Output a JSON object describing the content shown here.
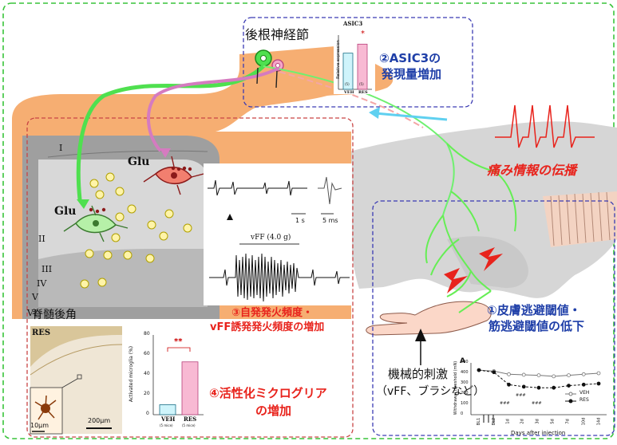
{
  "drg": {
    "title": "後根神経節"
  },
  "asic3_chart": {
    "title": "ASIC3",
    "ylabel": "Relative expression",
    "categories": [
      "VEH",
      "RES"
    ],
    "n_labels": [
      "(5)",
      "(5)"
    ],
    "star": "*"
  },
  "findings": {
    "f1_line1": "①皮膚逃避閾値・",
    "f1_line2": "筋逃避閾値の低下",
    "f2_line1": "②ASIC3の",
    "f2_line2": "発現量増加",
    "f3_line1": "③自発発火頻度・",
    "f3_line2": "vFF誘発発火頻度の増加",
    "f4_line1": "④活性化ミクログリア",
    "f4_line2": "の増加"
  },
  "spinal": {
    "title": "脊髄後角",
    "glu1": "Glu",
    "glu2": "Glu",
    "laminae": [
      "I",
      "II",
      "III",
      "IV",
      "V",
      "VI"
    ]
  },
  "pain_label": "痛み情報の伝播",
  "stimulus": {
    "line1": "機械的刺激",
    "line2": "（vFF、ブラシなど）"
  },
  "recording": {
    "scale_1s": "1 s",
    "scale_5ms": "5 ms",
    "vff_label": "vFF (4.0 g)"
  },
  "micro_image": {
    "label": "RES",
    "scale_main": "200μm",
    "scale_inset": "10μm"
  },
  "microglia_chart": {
    "type": "bar",
    "ylabel": "Activated microglia (%)",
    "categories": [
      "VEH",
      "RES"
    ],
    "n_labels": [
      "(5 mice)",
      "(5 mice)"
    ],
    "stars": "**",
    "ticks": [
      "0",
      "20",
      "40",
      "60",
      "80"
    ]
  },
  "threshold_chart": {
    "type": "line",
    "panel": "A",
    "ylabel": "Withdrawal threshold (mN)",
    "xlabel": "Days after injection",
    "x_ticks": [
      "BL1",
      "BL2",
      "1d",
      "2d",
      "3d",
      "5d",
      "7d",
      "10d",
      "14d"
    ],
    "y_ticks": [
      "0",
      "100",
      "200",
      "300",
      "400",
      "500"
    ],
    "legend": [
      "VEH",
      "RES"
    ],
    "marks": "###"
  },
  "chart_data": [
    {
      "type": "bar",
      "title": "ASIC3",
      "ylabel": "Relative expression",
      "categories": [
        "VEH",
        "RES"
      ],
      "values": [
        1.0,
        1.25
      ],
      "ylim": [
        0,
        1.5
      ]
    },
    {
      "type": "bar",
      "ylabel": "Activated microglia (%)",
      "categories": [
        "VEH",
        "RES"
      ],
      "values": [
        10,
        53
      ],
      "ylim": [
        0,
        80
      ]
    },
    {
      "type": "line",
      "ylabel": "Withdrawal threshold (mN)",
      "xlabel": "Days after injection",
      "x": [
        "BL1",
        "BL2",
        "1d",
        "2d",
        "3d",
        "5d",
        "7d",
        "10d",
        "14d"
      ],
      "ylim": [
        0,
        500
      ],
      "series": [
        {
          "name": "VEH",
          "values": [
            430,
            420,
            390,
            385,
            380,
            370,
            380,
            390,
            400
          ]
        },
        {
          "name": "RES",
          "values": [
            430,
            410,
            290,
            270,
            260,
            260,
            280,
            290,
            300
          ]
        }
      ]
    }
  ]
}
